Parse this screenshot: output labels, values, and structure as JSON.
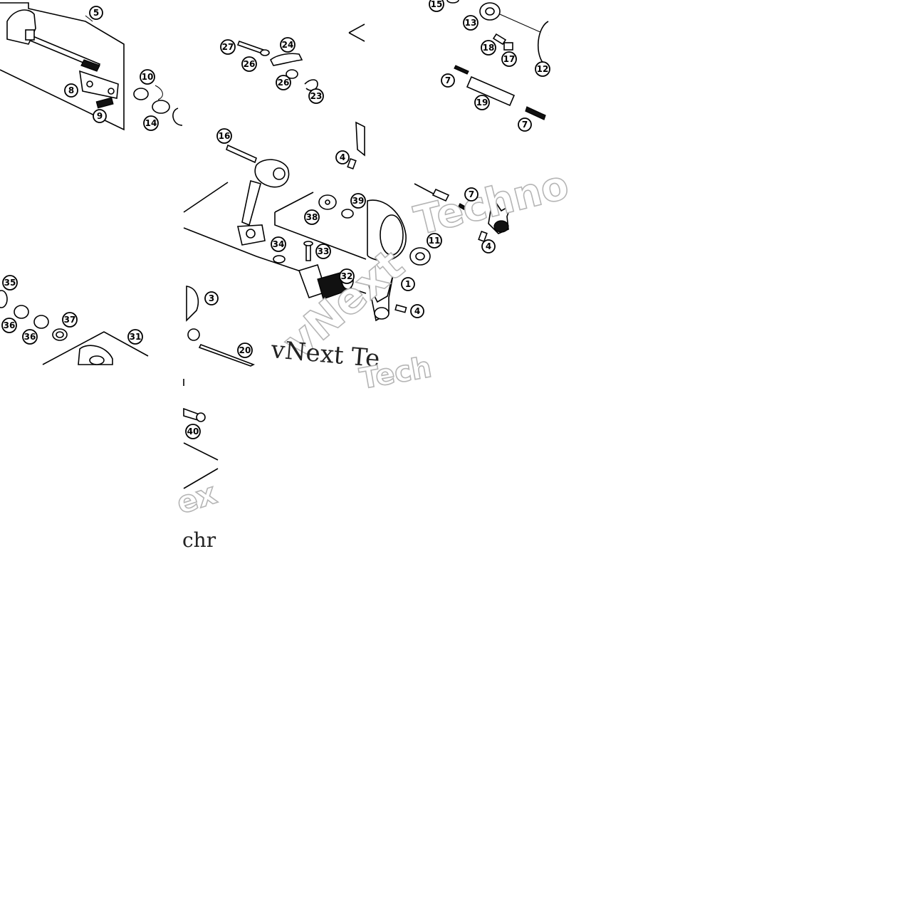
{
  "callouts": [
    {
      "id": "c5",
      "label": "5"
    },
    {
      "id": "c8",
      "label": "8"
    },
    {
      "id": "c9",
      "label": "9"
    },
    {
      "id": "c10",
      "label": "10"
    },
    {
      "id": "c14",
      "label": "14"
    },
    {
      "id": "c27",
      "label": "27"
    },
    {
      "id": "c24",
      "label": "24"
    },
    {
      "id": "c26a",
      "label": "26"
    },
    {
      "id": "c26b",
      "label": "26"
    },
    {
      "id": "c23",
      "label": "23"
    },
    {
      "id": "c16",
      "label": "16"
    },
    {
      "id": "c4a",
      "label": "4"
    },
    {
      "id": "c39",
      "label": "39"
    },
    {
      "id": "c38",
      "label": "38"
    },
    {
      "id": "c34",
      "label": "34"
    },
    {
      "id": "c33",
      "label": "33"
    },
    {
      "id": "c32",
      "label": "32"
    },
    {
      "id": "c3",
      "label": "3"
    },
    {
      "id": "c20",
      "label": "20"
    },
    {
      "id": "c15",
      "label": "15"
    },
    {
      "id": "c13",
      "label": "13"
    },
    {
      "id": "c18",
      "label": "18"
    },
    {
      "id": "c17",
      "label": "17"
    },
    {
      "id": "c12",
      "label": "12"
    },
    {
      "id": "c7a",
      "label": "7"
    },
    {
      "id": "c19",
      "label": "19"
    },
    {
      "id": "c7b",
      "label": "7"
    },
    {
      "id": "c7c",
      "label": "7"
    },
    {
      "id": "c11",
      "label": "11"
    },
    {
      "id": "c4b",
      "label": "4"
    },
    {
      "id": "c1",
      "label": "1"
    },
    {
      "id": "c4c",
      "label": "4"
    },
    {
      "id": "c35",
      "label": "35"
    },
    {
      "id": "c36a",
      "label": "36"
    },
    {
      "id": "c36b",
      "label": "36"
    },
    {
      "id": "c37",
      "label": "37"
    },
    {
      "id": "c31",
      "label": "31"
    },
    {
      "id": "c40",
      "label": "40"
    }
  ],
  "watermarks": {
    "techno_outline": "Techno",
    "vnext_outline": "vNext",
    "vnext_serif": "vNext Te",
    "tech_outline": "Tech",
    "ex_outline": "ex",
    "chr_serif": "chr"
  }
}
